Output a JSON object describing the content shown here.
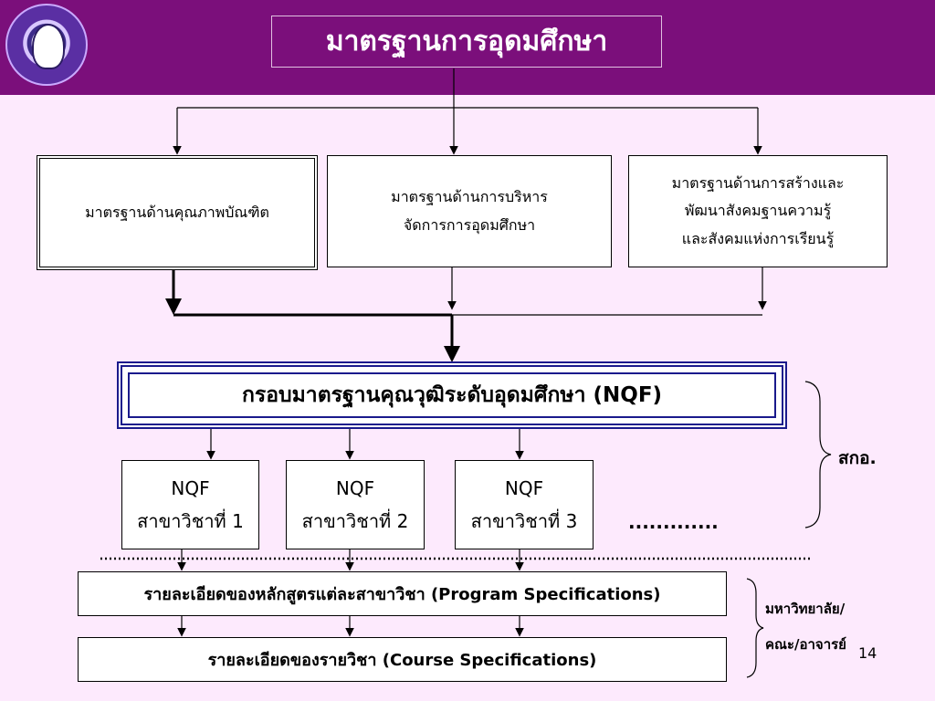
{
  "title": "มาตรฐานการอุดมศึกษา",
  "top_standards": [
    {
      "label": "มาตรฐานด้านคุณภาพบัณฑิต"
    },
    {
      "line1": "มาตรฐานด้านการบริหาร",
      "line2": "จัดการการอุดมศึกษา"
    },
    {
      "line1": "มาตรฐานด้านการสร้างและ",
      "line2": "พัฒนาสังคมฐานความรู้",
      "line3": "และสังคมแห่งการเรียนรู้"
    }
  ],
  "nqf_main": "กรอบมาตรฐานคุณวุฒิระดับอุดมศึกษา (NQF)",
  "nqf_boxes": [
    {
      "top": "NQF",
      "bottom": "สาขาวิชาที่ 1"
    },
    {
      "top": "NQF",
      "bottom": "สาขาวิชาที่ 2"
    },
    {
      "top": "NQF",
      "bottom": "สาขาวิชาที่ 3"
    }
  ],
  "ellipsis": ".............",
  "program_spec": "รายละเอียดของหลักสูตรแต่ละสาขาวิชา (Program Specifications)",
  "course_spec": "รายละเอียดของรายวิชา (Course Specifications)",
  "side_label_ohec": "สกอ.",
  "side_label_university_1": "มหาวิทยาลัย/",
  "side_label_university_2": "คณะ/อาจารย์",
  "page_number": "14",
  "colors": {
    "header": "#7b0f7b",
    "background": "#fdeafd",
    "nqf_border": "#1a1a8c"
  }
}
